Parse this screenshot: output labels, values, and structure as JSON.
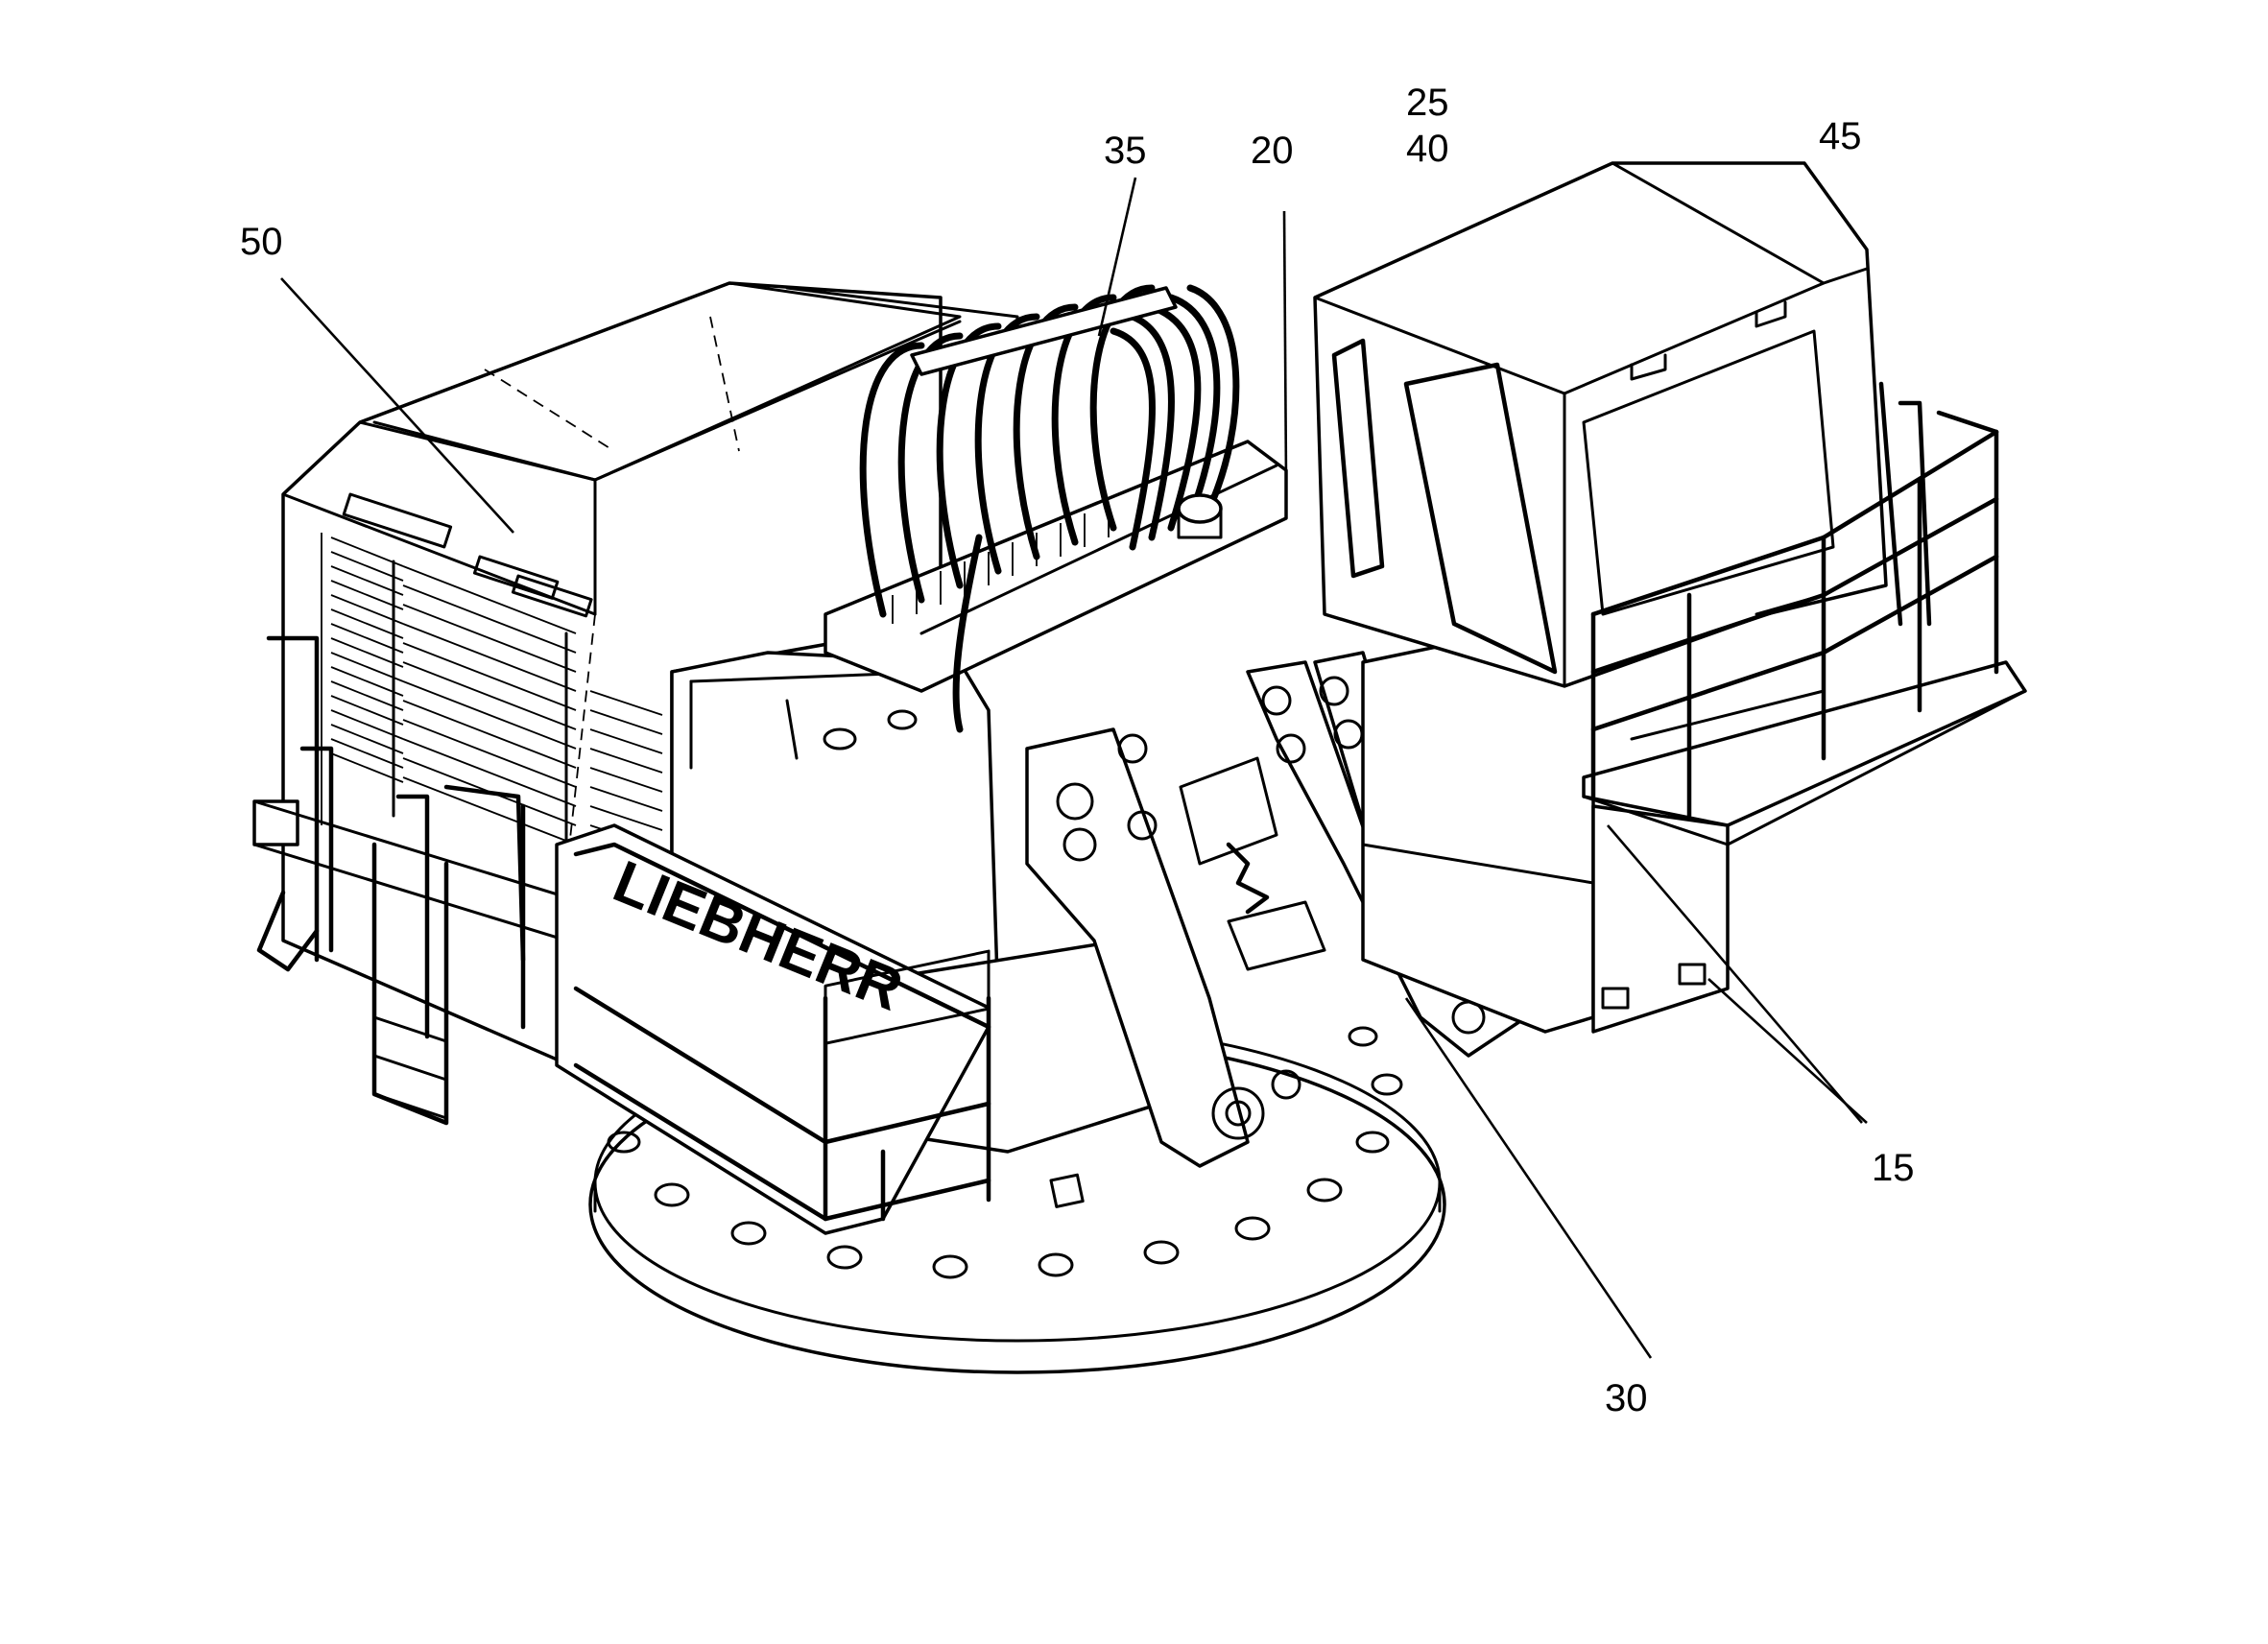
{
  "drawing": {
    "brand_text": "LIEBHERR",
    "reference_numerals": [
      {
        "id": "r50",
        "text": "50"
      },
      {
        "id": "r35",
        "text": "35"
      },
      {
        "id": "r20",
        "text": "20"
      },
      {
        "id": "r25",
        "text": "25"
      },
      {
        "id": "r40",
        "text": "40"
      },
      {
        "id": "r45",
        "text": "45"
      },
      {
        "id": "r15",
        "text": "15"
      },
      {
        "id": "r30",
        "text": "30"
      }
    ]
  }
}
